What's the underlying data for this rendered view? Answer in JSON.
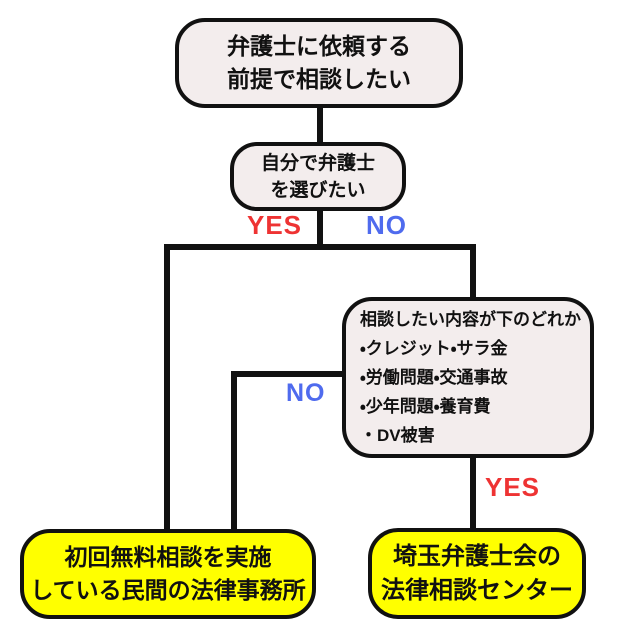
{
  "colors": {
    "canvas_bg": "#ffffff",
    "node_fill": "#f3eded",
    "result_fill": "#ffff00",
    "line_color": "#111111",
    "yes_color": "#ee3333",
    "no_color": "#4f6bee"
  },
  "flowchart": {
    "start": {
      "lines": [
        "弁護士に依頼する",
        "前提で相談したい"
      ]
    },
    "choose": {
      "lines": [
        "自分で弁護士",
        "を選びたい"
      ]
    },
    "topics": {
      "title": "相談したい内容が下のどれか",
      "items": [
        "・クレジット・サラ金",
        "・労働問題・交通事故",
        "・少年問題・養育費",
        "・DV被害"
      ]
    },
    "result_private": {
      "lines": [
        "初回無料相談を実施",
        "している民間の法律事務所"
      ]
    },
    "result_saitama": {
      "lines": [
        "埼玉弁護士会の",
        "法律相談センター"
      ]
    },
    "labels": {
      "yes_choose": "YES",
      "no_choose": "NO",
      "no_topics": "NO",
      "yes_topics": "YES"
    }
  }
}
